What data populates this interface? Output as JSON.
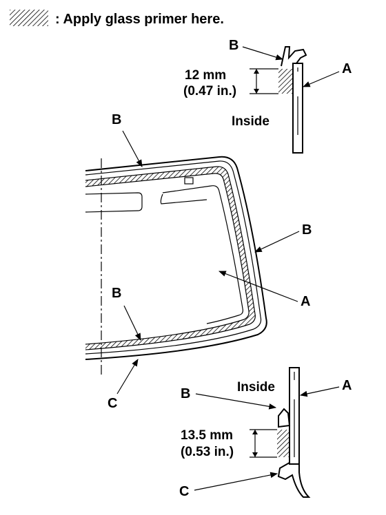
{
  "legend": {
    "text": ": Apply glass primer here."
  },
  "labels": {
    "A": "A",
    "B": "B",
    "C": "C",
    "inside": "Inside"
  },
  "top_detail": {
    "dimension_mm": "12 mm",
    "dimension_in": "(0.47 in.)"
  },
  "bottom_detail": {
    "dimension_mm": "13.5 mm",
    "dimension_in": "(0.53 in.)"
  },
  "colors": {
    "ink": "#000000",
    "background": "#ffffff"
  }
}
